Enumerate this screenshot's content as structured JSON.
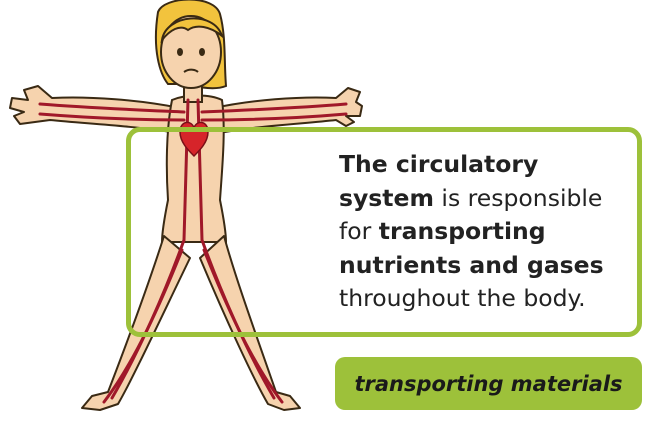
{
  "info": {
    "part1": "The circulatory system",
    "part2": " is responsible for ",
    "part3": "transporting nutrients and gases",
    "part4": " throughout the body."
  },
  "badge": {
    "label": "transporting materials"
  },
  "colors": {
    "accent": "#9dc13a",
    "skin": "#f6d3ae",
    "vessel": "#a01829",
    "heart": "#d6242a",
    "hair": "#f2c33d"
  }
}
